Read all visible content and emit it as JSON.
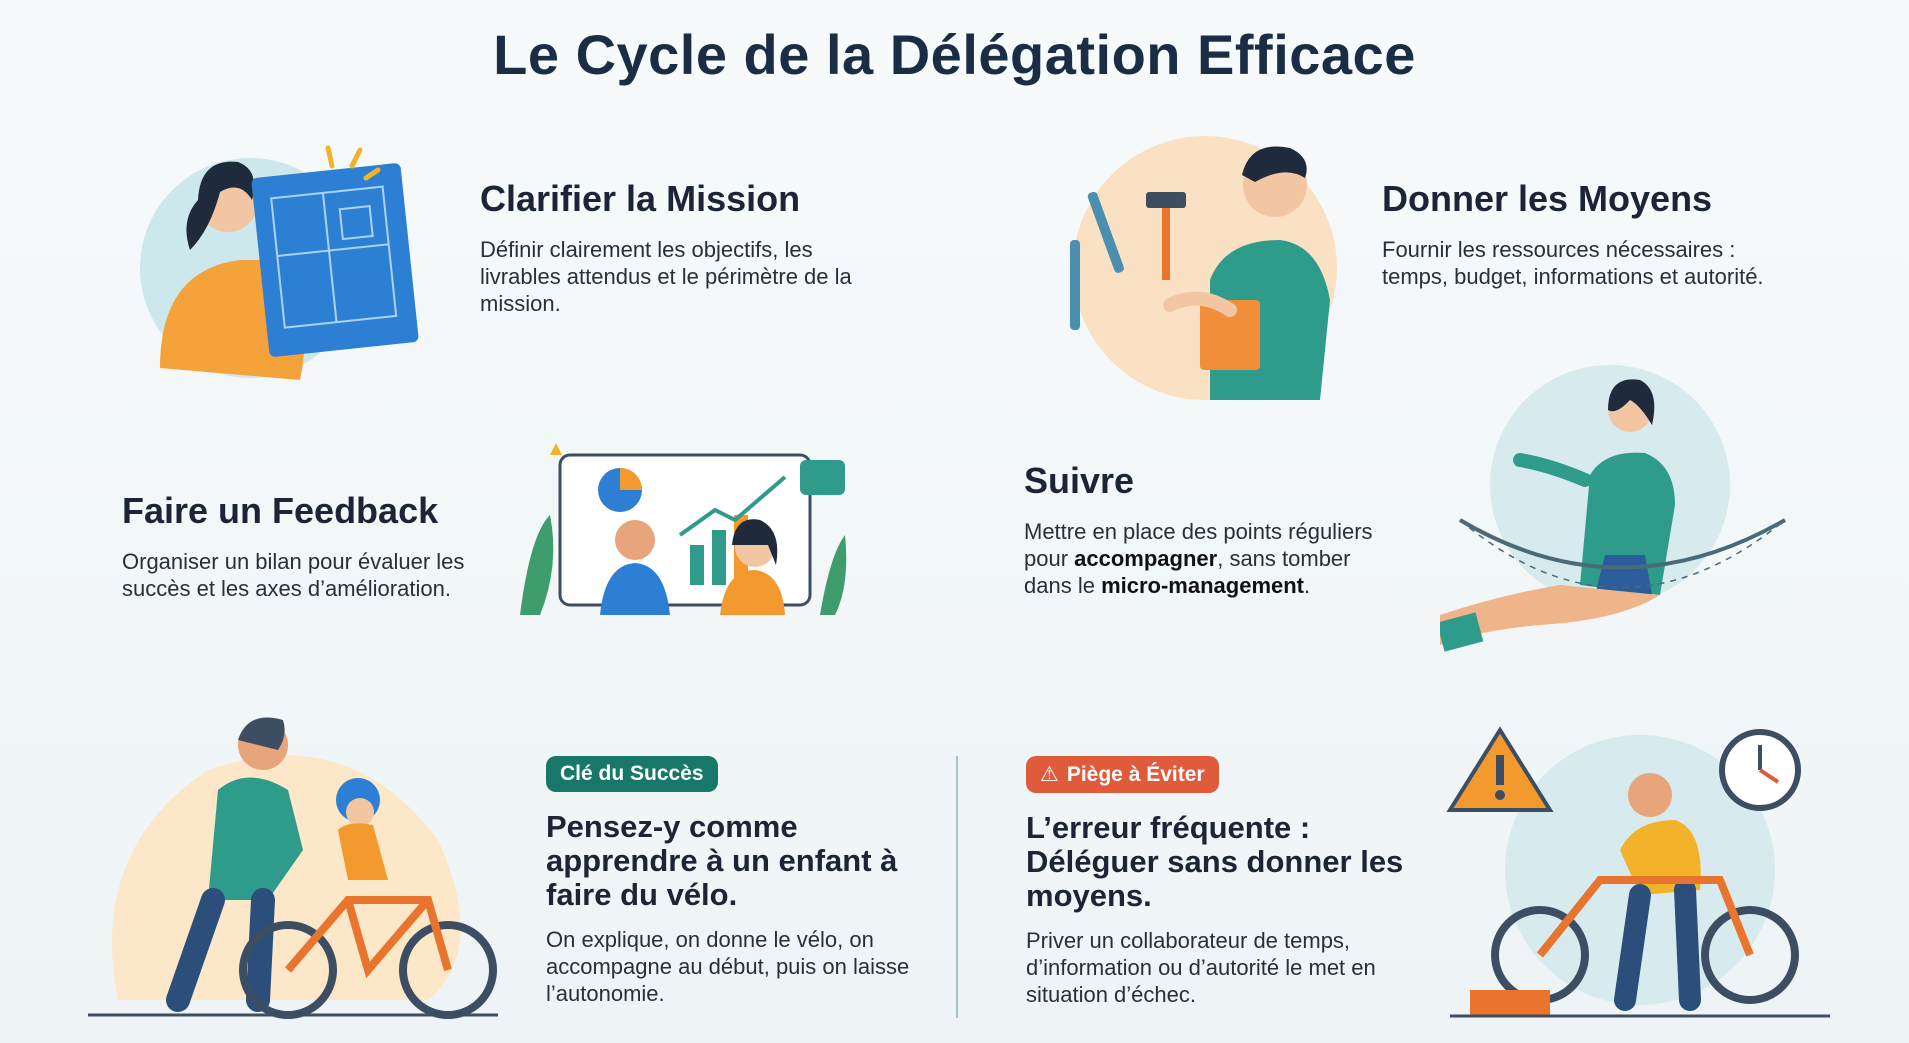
{
  "title": "Le Cycle de la Délégation Efficace",
  "steps": [
    {
      "title": "Clarifier la Mission",
      "desc": "Définir clairement les objectifs, les livrables attendus et le périmètre de la mission."
    },
    {
      "title": "Donner les Moyens",
      "desc": "Fournir les ressources nécessaires : temps, budget, informations et autorité."
    },
    {
      "title": "Faire un Feedback",
      "desc": "Organiser un bilan pour évaluer les succès et les axes d’amélioration."
    },
    {
      "title": "Suivre",
      "desc_parts": [
        "Mettre en place des points réguliers pour ",
        "accompagner",
        ", sans tomber dans le ",
        "micro-management",
        "."
      ]
    }
  ],
  "tip": {
    "badge": "Clé du Succès",
    "heading": "Pensez-y comme apprendre à un enfant à faire du vélo.",
    "text": "On explique, on donne le vélo, on accompagne au début, puis on laisse l’autonomie."
  },
  "pitfall": {
    "badge": "Piège à Éviter",
    "heading": "L’erreur fréquente : Déléguer sans donner les moyens.",
    "text": "Priver un collaborateur de temps, d’information ou d’autorité le met en situation d’échec."
  },
  "colors": {
    "title": "#1b2d45",
    "badge_green": "#177869",
    "badge_red": "#e05a3c",
    "accent_teal": "#2f9b8a",
    "accent_orange": "#f29a2e",
    "accent_blue": "#2d7fd3"
  }
}
